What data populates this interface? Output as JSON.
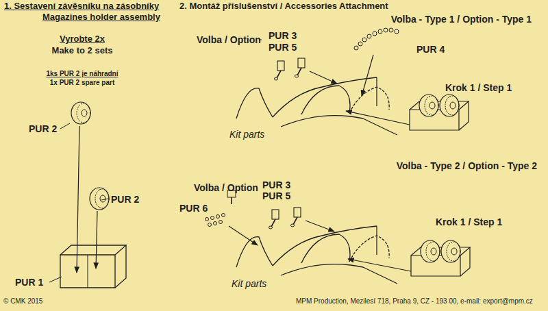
{
  "diagram": {
    "labels": [
      "1. Sestavení závěsníku na zásobníky",
      "Magazines holder assembly",
      "Vyrobte 2x",
      "Make to 2 sets",
      "1ks PUR 2 je náhradní",
      "1x PUR 2 spare part",
      "PUR 2",
      "PUR 2",
      "PUR 1",
      "2. Montáž příslušenství / Accessories Attachment",
      "Volba - Type 1 / Option - Type 1",
      "Volba / Option",
      "PUR 3",
      "PUR 5",
      "PUR 4",
      "Krok 1 / Step 1",
      "Kit parts",
      "Volba - Type 2 / Option - Type 2",
      "Volba / Option",
      "PUR 3",
      "PUR 5",
      "PUR 6",
      "Krok 1 / Step 1",
      "Kit parts",
      "© CMK 2015",
      "MPM Production, Mezilesí 718, Praha 9, CZ - 193 00, e-mail: export@mpm.cz"
    ]
  }
}
